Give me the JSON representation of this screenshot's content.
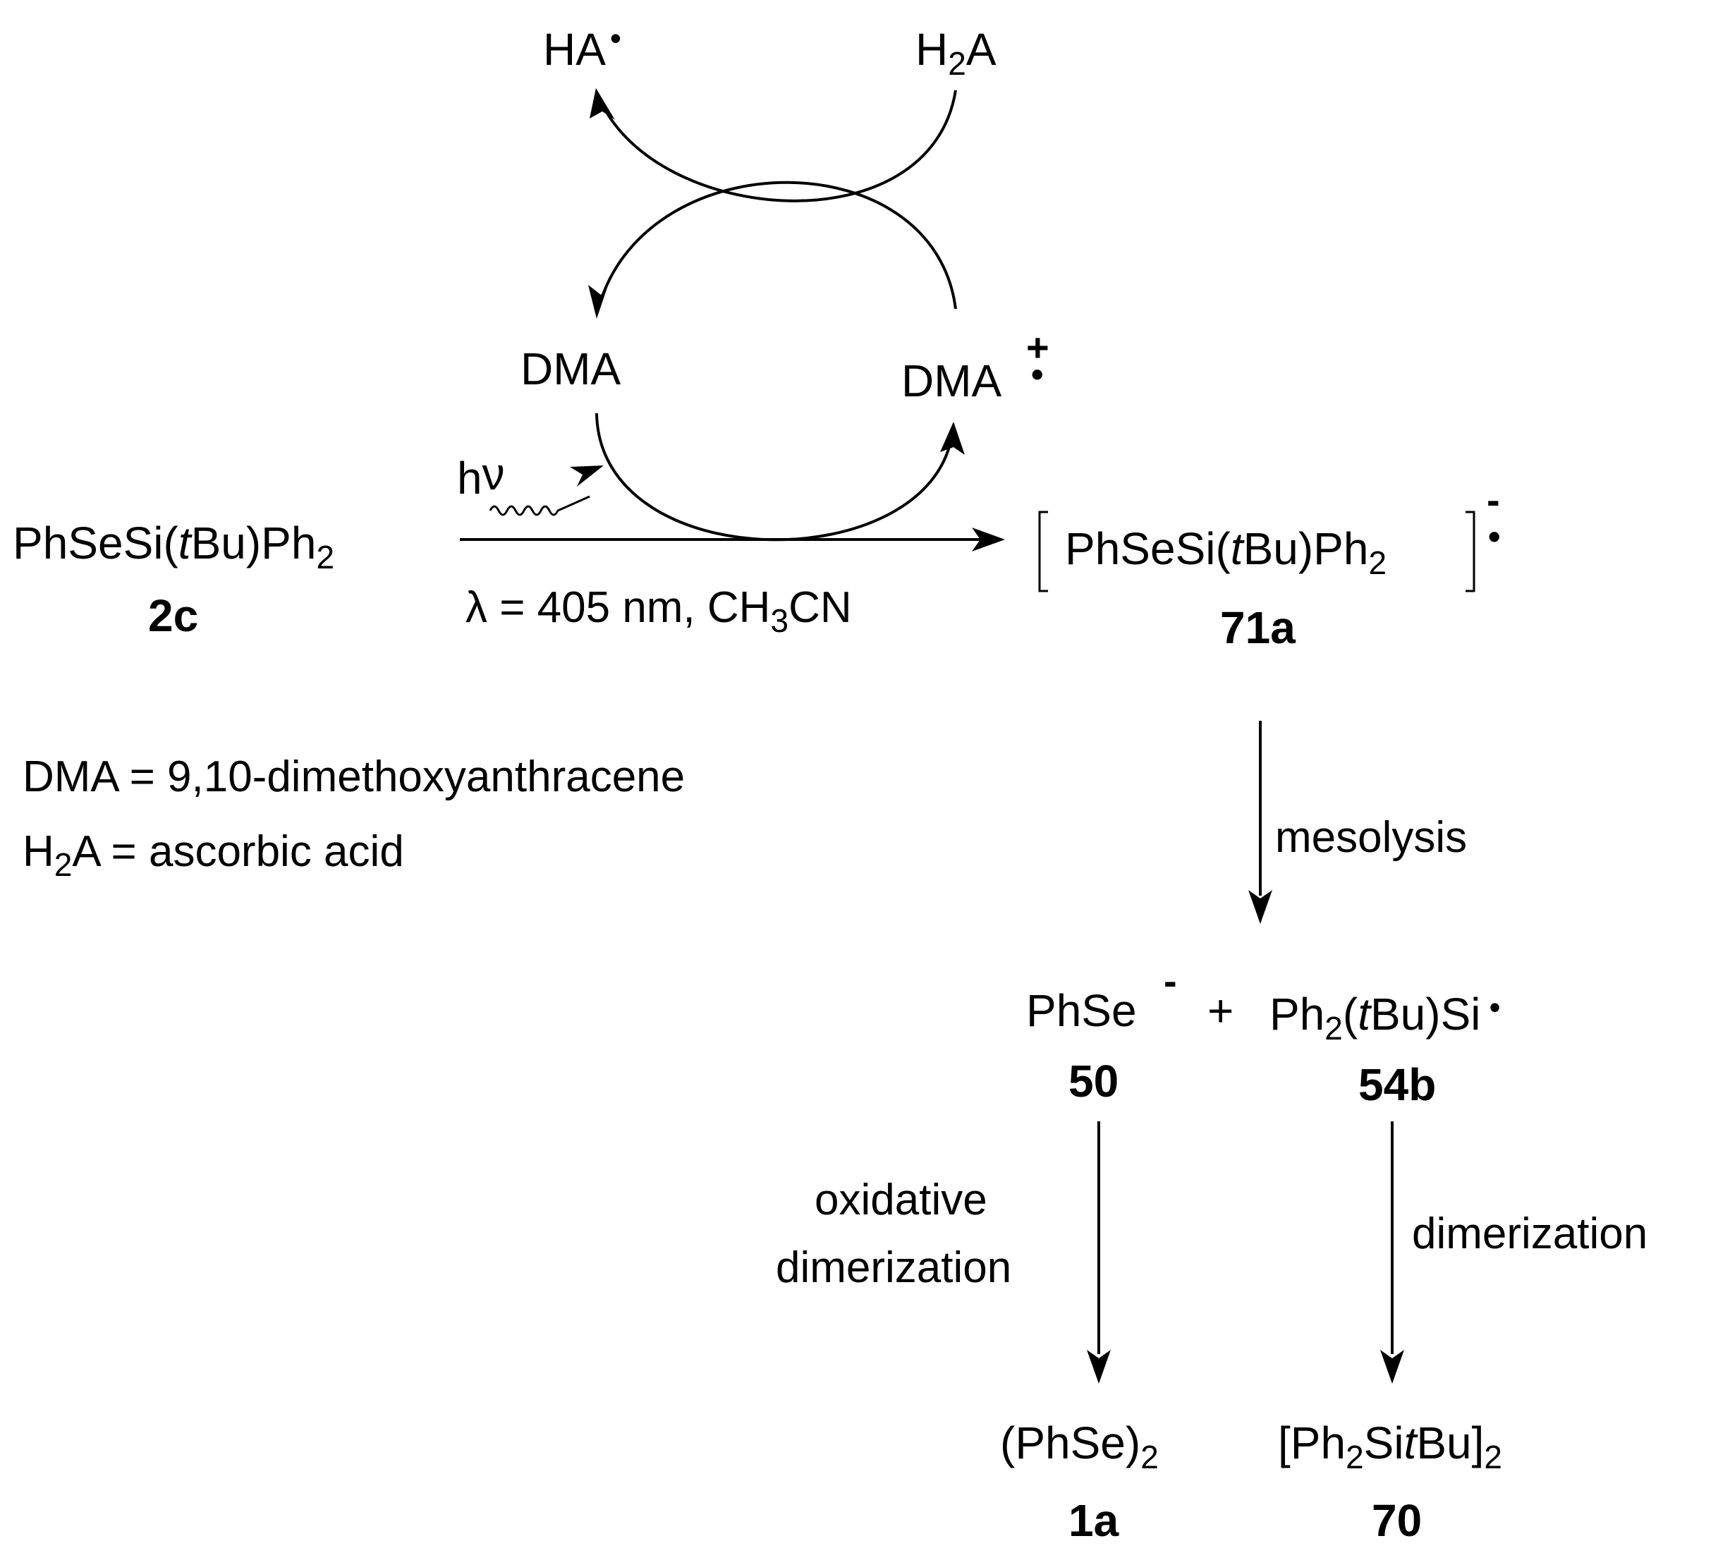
{
  "species": {
    "ha_radical": {
      "main": "HA",
      "mark": "•"
    },
    "h2a": {
      "a": "H",
      "sub": "2",
      "b": "A"
    },
    "dma": {
      "main": "DMA"
    },
    "dma_radical_cation": {
      "main": "DMA",
      "charge": "+",
      "mark": "•"
    },
    "hv": {
      "h": "h",
      "nu": "ν"
    },
    "substrate": {
      "a": "PhSeSi(",
      "b": "t",
      "c": "Bu)Ph",
      "sub": "2",
      "id": "2c"
    },
    "radical_anion": {
      "a": "PhSeSi(",
      "b": "t",
      "c": "Bu)Ph",
      "sub": "2",
      "charge": "-",
      "mark": "•",
      "id": "71a"
    },
    "selenolate": {
      "main": "PhSe",
      "charge": "-",
      "id": "50"
    },
    "plus": "+",
    "silyl_radical": {
      "a": "Ph",
      "sub": "2",
      "b": "(",
      "c": "t",
      "d": "Bu)Si",
      "mark": "•",
      "id": "54b"
    },
    "diselenide": {
      "a": "(PhSe)",
      "sub": "2",
      "id": "1a"
    },
    "disilane": {
      "a": "[Ph",
      "sub1": "2",
      "b": "Si",
      "c": "t",
      "d": "Bu]",
      "sub2": "2",
      "id": "70"
    }
  },
  "conditions": {
    "a": "λ = 405 nm, CH",
    "sub": "3",
    "b": "CN"
  },
  "steps": {
    "mesolysis": "mesolysis",
    "oxidative_1": "oxidative",
    "oxidative_2": "dimerization",
    "dimerization": "dimerization"
  },
  "legend": {
    "dma_def": "DMA = 9,10-dimethoxyanthracene",
    "h2a_def": {
      "a": "H",
      "sub": "2",
      "b": "A = ascorbic acid"
    }
  }
}
